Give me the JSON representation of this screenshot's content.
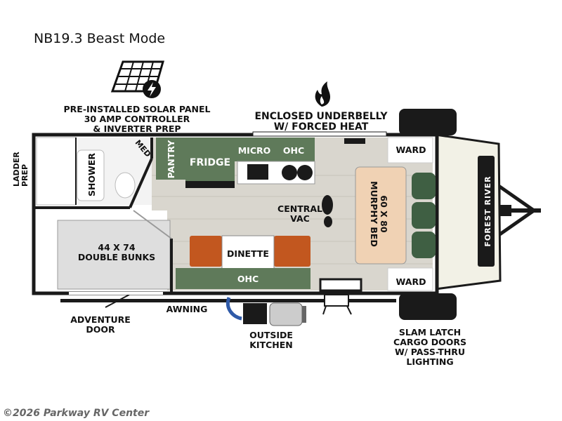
{
  "title": "NB19.3 Beast Mode",
  "features": {
    "solar": "PRE-INSTALLED SOLAR PANEL\n30 AMP CONTROLLER\n& INVERTER PREP",
    "underbelly": "ENCLOSED UNDERBELLY\nW/ FORCED HEAT",
    "ladder": "LADDER\nPREP",
    "adventure_door": "ADVENTURE\nDOOR",
    "awning": "AWNING",
    "outside_kitchen": "OUTSIDE\nKITCHEN",
    "cargo_doors": "SLAM LATCH\nCARGO DOORS\nW/ PASS-THRU\nLIGHTING"
  },
  "rooms": {
    "med": "MED",
    "shower": "SHOWER",
    "pantry": "PANTRY",
    "fridge": "FRIDGE",
    "micro": "MICRO",
    "ohc_top": "OHC",
    "ward_top": "WARD",
    "ward_bottom": "WARD",
    "central_vac": "CENTRAL\nVAC",
    "murphy_bed": "60 X 80\nMURPHY BED",
    "bunks": "44 X 74\nDOUBLE BUNKS",
    "dinette": "DINETTE",
    "ohc_bottom": "OHC"
  },
  "brand": "FOREST RIVER",
  "copyright": "©2026 Parkway RV Center",
  "colors": {
    "wall": "#1a1a1a",
    "floor": "#d9d6ce",
    "cabinet_green": "#5f7a5a",
    "dinette_orange": "#c2571f",
    "bed_peach": "#f0d2b4",
    "front_cap": "#f2f1e6",
    "seat_green": "#3f5f43"
  }
}
